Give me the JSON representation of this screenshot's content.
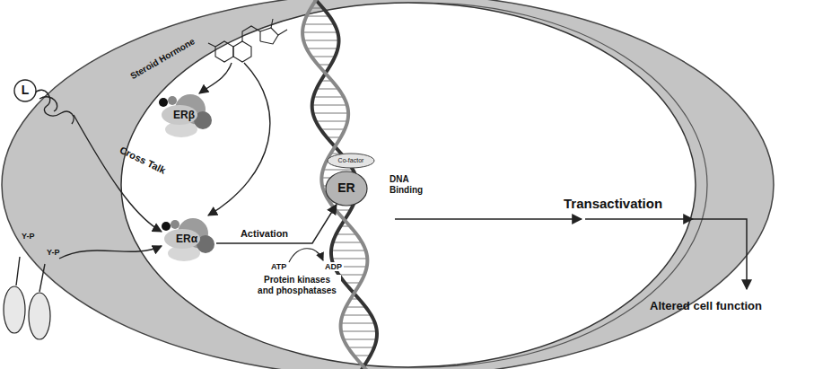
{
  "diagram": {
    "nodes": [
      {
        "text": [
          "L"
        ]
      },
      {
        "text": [
          "ERβ"
        ]
      },
      {
        "text": [
          "ERα"
        ]
      },
      {
        "text": [
          "Co-factor"
        ]
      },
      {
        "text": [
          "ER"
        ]
      }
    ],
    "edges": [
      {
        "from": 2,
        "to": 4,
        "arrow": "to",
        "label": "Activation"
      }
    ],
    "labels": [
      "Steroid Hormone",
      "Cross Talk",
      "Y-P",
      "Y-P",
      "DNA Binding",
      "Transactivation",
      "Altered cell function",
      "ATP",
      "ADP",
      "Protein kinases and phosphatases"
    ]
  }
}
